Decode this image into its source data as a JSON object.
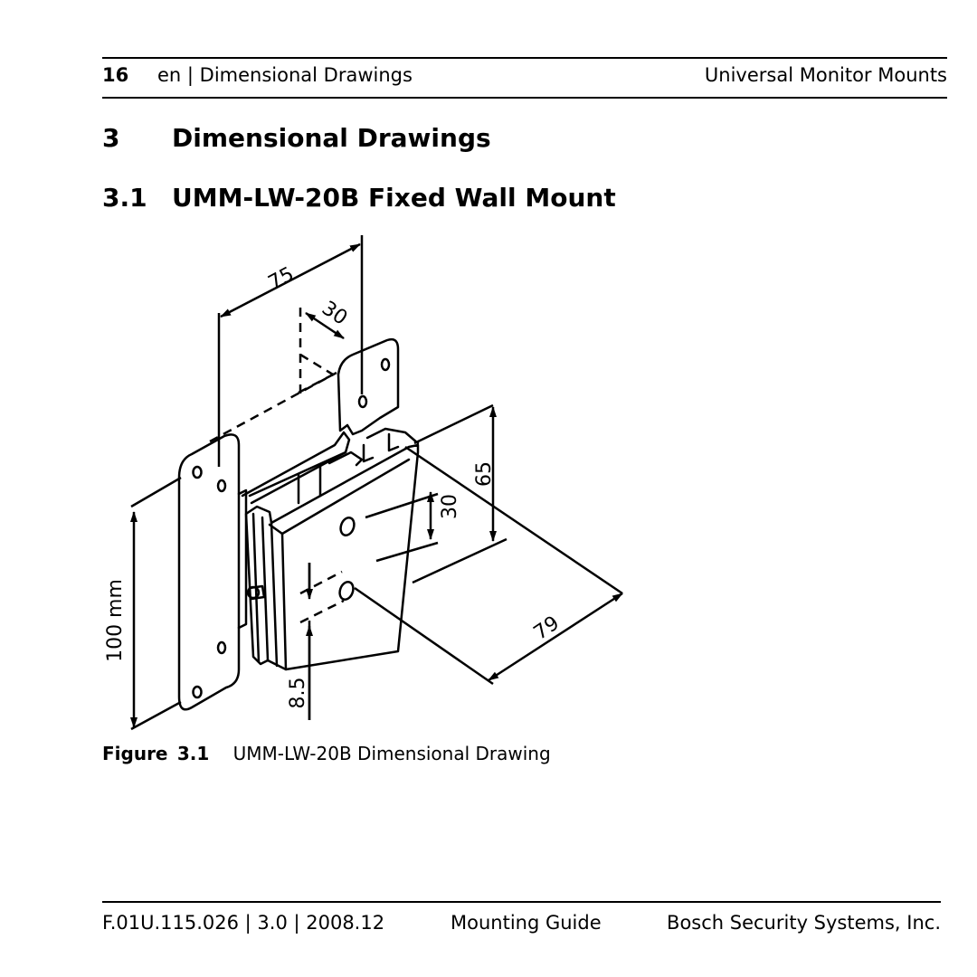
{
  "header": {
    "page_number": "16",
    "running_title": "en | Dimensional Drawings",
    "product": "Universal Monitor Mounts"
  },
  "section": {
    "number": "3",
    "title": "Dimensional Drawings"
  },
  "subsection": {
    "number": "3.1",
    "title": "UMM-LW-20B Fixed Wall Mount"
  },
  "drawing": {
    "dim_labels": [
      "75",
      "30",
      "65",
      "30",
      "79",
      "100 mm",
      "8.5"
    ]
  },
  "figure": {
    "label": "Figure",
    "number": "3.1",
    "caption": "UMM-LW-20B Dimensional Drawing"
  },
  "footer": {
    "doc_id": "F.01U.115.026 | 3.0 | 2008.12",
    "doc_type": "Mounting Guide",
    "company": "Bosch Security Systems, Inc."
  }
}
